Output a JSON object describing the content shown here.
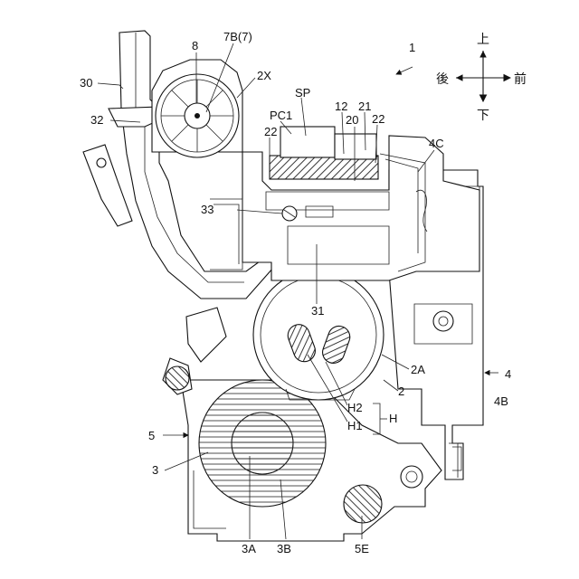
{
  "directions": {
    "up": "上",
    "down": "下",
    "back": "後",
    "front": "前"
  },
  "labels": {
    "l1": "1",
    "l2": "2",
    "l2A": "2A",
    "l2X": "2X",
    "l3": "3",
    "l3A": "3A",
    "l3B": "3B",
    "l4": "4",
    "l4B": "4B",
    "l4C": "4C",
    "l5": "5",
    "l5E": "5E",
    "l7B": "7B(7)",
    "l8": "8",
    "l12": "12",
    "l20": "20",
    "l21": "21",
    "l22a": "22",
    "l22b": "22",
    "l30": "30",
    "l31": "31",
    "l32": "32",
    "l33": "33",
    "lH": "H",
    "lH1": "H1",
    "lH2": "H2",
    "lPC1": "PC1",
    "lSP": "SP"
  }
}
